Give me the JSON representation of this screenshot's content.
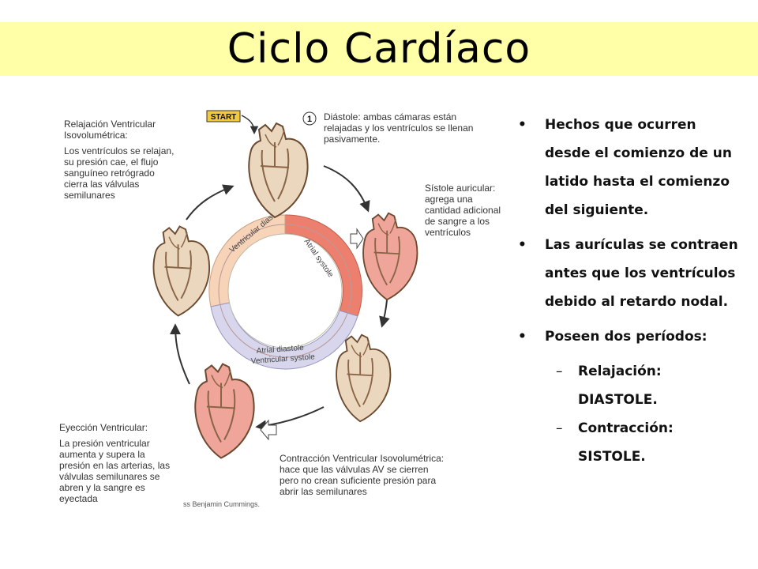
{
  "title": "Ciclo Cardíaco",
  "diagram": {
    "start_label": "START",
    "step_number": "1",
    "ring_labels": {
      "ventricular_diastole": "Ventricular diastole",
      "atrial_systole": "Atrial systole",
      "atrial_diastole": "Atrial diastole",
      "ventricular_systole": "Ventricular systole"
    },
    "captions": {
      "diastole": "Diástole: ambas cámaras están relajadas y los ventrículos se llenan pasivamente.",
      "atrial_systole": "Sístole auricular: agrega una cantidad adicional de sangre a los ventrículos",
      "isovolumetric_relaxation_title": "Relajación Ventricular Isovolumétrica:",
      "isovolumetric_relaxation_text": "Los ventrículos se relajan, su presión cae, el flujo sanguíneo retrógrado cierra las válvulas semilunares",
      "ejection_title": "Eyección Ventricular:",
      "ejection_text": "La presión ventricular aumenta y supera la presión en las arterias, las válvulas semilunares se abren y la sangre es eyectada",
      "isovolumetric_contraction": "Contracción Ventricular Isovolumétrica: hace que las válvulas AV se cierren pero no crean suficiente presión para abrir las semilunares",
      "copyright": "ss Benjamin Cummings."
    },
    "colors": {
      "ring_pink": "#f7d3b8",
      "ring_red": "#ec7f6e",
      "ring_blue": "#d7d6ec",
      "heart_tan": "#ead7bd",
      "heart_pink": "#f0a59a"
    }
  },
  "bullets": [
    {
      "text": "Hechos que ocurren desde el comienzo de un latido hasta el comienzo del siguiente."
    },
    {
      "text": "Las aurículas se contraen antes que los ventrículos debido al retardo nodal."
    },
    {
      "text": "Poseen dos períodos:"
    }
  ],
  "sub_bullets": [
    {
      "text": "Relajación: DIASTOLE."
    },
    {
      "text": "Contracción: SISTOLE."
    }
  ]
}
